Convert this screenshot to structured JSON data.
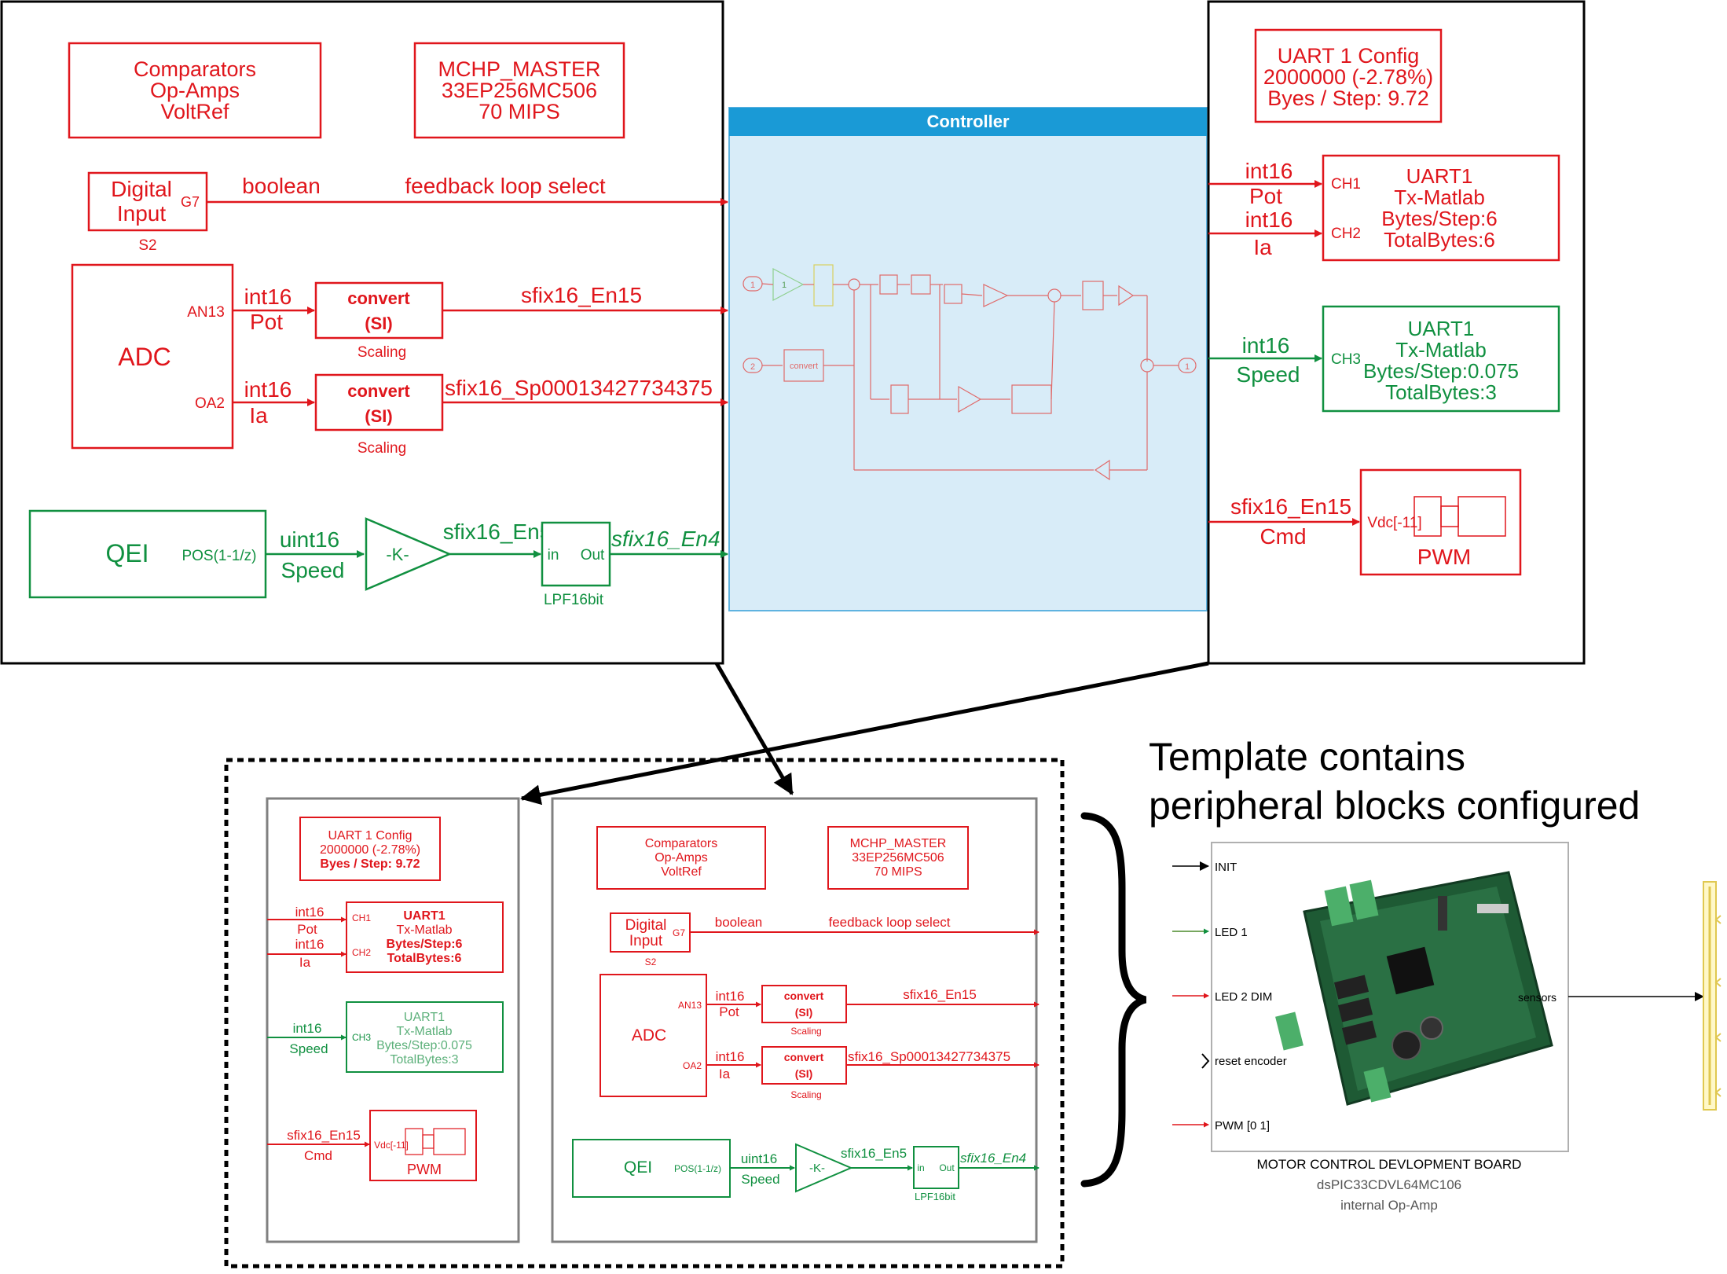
{
  "top_left": {
    "comparators": [
      "Comparators",
      "Op-Amps",
      "VoltRef"
    ],
    "master": [
      "MCHP_MASTER",
      "33EP256MC506",
      "70 MIPS"
    ],
    "digital_input": [
      "Digital",
      "Input"
    ],
    "digital_port": "G7",
    "digital_sub": "S2",
    "sig_boolean": "boolean",
    "sig_feedback": "feedback loop select",
    "adc": "ADC",
    "adc_port1": "AN13",
    "adc_port2": "OA2",
    "sig_int16_1": "int16",
    "sig_pot": "Pot",
    "sig_int16_2": "int16",
    "sig_ia": "Ia",
    "convert1": [
      "convert",
      "(SI)"
    ],
    "convert1_sub": "Scaling",
    "convert2": [
      "convert",
      "(SI)"
    ],
    "convert2_sub": "Scaling",
    "sig_en15": "sfix16_En15",
    "sig_sp": "sfix16_Sp00013427734375",
    "qei": "QEI",
    "qei_port": "POS(1-1/z)",
    "sig_uint16": "uint16",
    "sig_speed": "Speed",
    "gain": "-K-",
    "sig_en5": "sfix16_En5",
    "lpf_in": "in",
    "lpf_out": "Out",
    "lpf_sub": "LPF16bit",
    "sig_en4": "sfix16_En4"
  },
  "controller": {
    "title": "Controller",
    "in1": "1",
    "in2": "2",
    "out1": "1",
    "convert": "convert",
    "gain1": "1"
  },
  "top_right": {
    "uart_config": [
      "UART 1 Config",
      "2000000 (-2.78%)",
      "Byes / Step: 9.72"
    ],
    "uart1": [
      "UART1",
      "Tx-Matlab",
      "Bytes/Step:6",
      "TotalBytes:6"
    ],
    "ch1": "CH1",
    "ch2": "CH2",
    "sig_int16_a": "int16",
    "sig_pot": "Pot",
    "sig_int16_b": "int16",
    "sig_ia": "Ia",
    "uart2": [
      "UART1",
      "Tx-Matlab",
      "Bytes/Step:0.075",
      "TotalBytes:3"
    ],
    "ch3": "CH3",
    "sig_int16_c": "int16",
    "sig_speed": "Speed",
    "sig_en15": "sfix16_En15",
    "sig_cmd": "Cmd",
    "pwm_port": "Vdc[-11]",
    "pwm": "PWM"
  },
  "bottom": {
    "heading": [
      "Template contains",
      "peripheral blocks configured"
    ],
    "board_inputs": [
      "INIT",
      "LED 1",
      "LED 2 DIM",
      "reset encoder",
      "PWM [0 1]"
    ],
    "board_output": "sensors",
    "board_caption": [
      "MOTOR CONTROL DEVLOPMENT BOARD",
      "dsPIC33CDVL64MC106",
      "internal Op-Amp"
    ]
  },
  "colors": {
    "red": "#e0161c",
    "green": "#109040",
    "controller_fill": "#d8ecf8",
    "controller_header": "#1a9ad6",
    "board_pcb": "#1e5a34"
  }
}
